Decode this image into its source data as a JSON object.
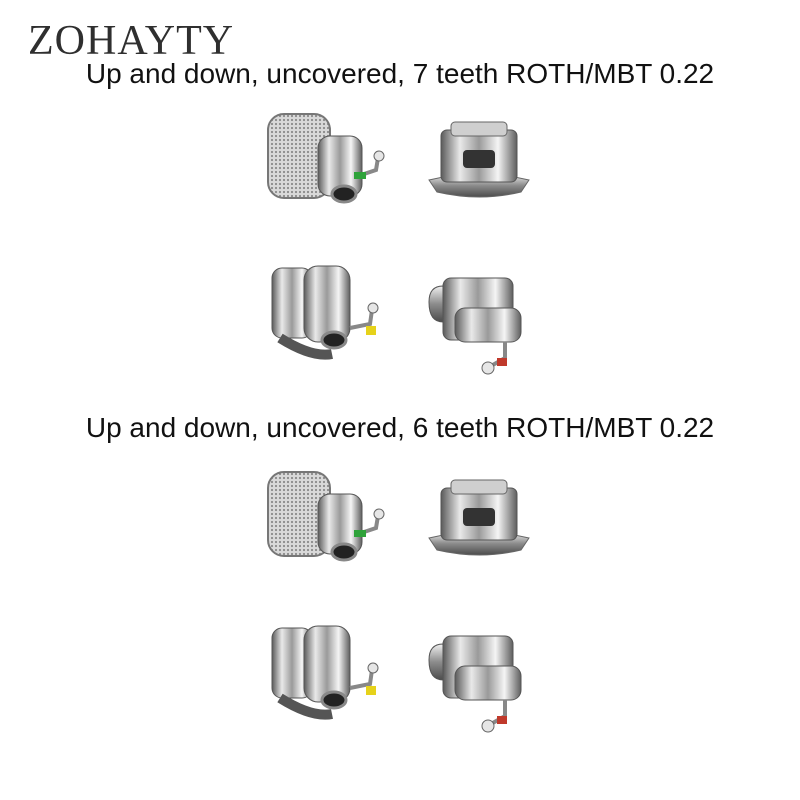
{
  "logo": "ZOHAYTY",
  "captions": [
    "Up and down, uncovered, 7 teeth ROTH/MBT 0.22",
    "Up and down, uncovered, 6 teeth ROTH/MBT 0.22"
  ],
  "colors": {
    "metal_light": "#f2f2f2",
    "metal_mid": "#b5b5b5",
    "metal_dark": "#4a4a4a",
    "tag_green": "#2fa23a",
    "tag_yellow": "#e6d21a",
    "tag_red": "#c0392b"
  },
  "icons": {
    "tube_mesh_pad": "buccal-tube-mesh-icon",
    "tube_side": "buccal-tube-side-icon",
    "tube_front": "buccal-tube-front-icon",
    "tube_hook": "buccal-tube-hook-icon"
  }
}
